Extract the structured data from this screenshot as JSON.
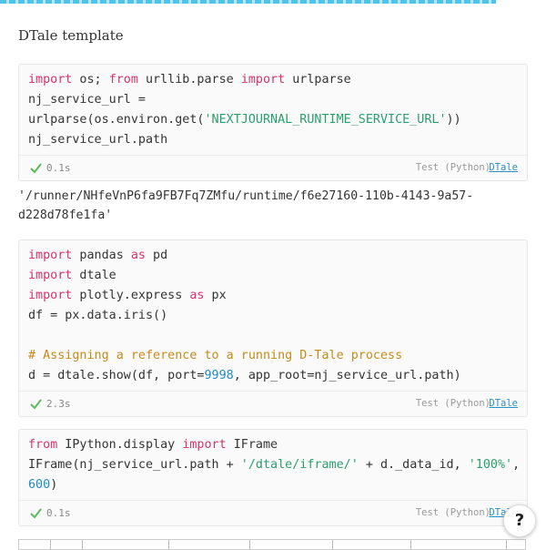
{
  "page_title": "DTale template",
  "cells": [
    {
      "code_lines": [
        [
          [
            "kw",
            "import"
          ],
          [
            "t",
            " os; "
          ],
          [
            "kw",
            "from"
          ],
          [
            "t",
            " urllib.parse "
          ],
          [
            "kw",
            "import"
          ],
          [
            "t",
            " urlparse"
          ]
        ],
        [
          [
            "t",
            "nj_service_url ="
          ]
        ],
        [
          [
            "t",
            "urlparse(os.environ.get("
          ],
          [
            "str",
            "'NEXTJOURNAL_RUNTIME_SERVICE_URL'"
          ],
          [
            "t",
            "))"
          ]
        ],
        [
          [
            "t",
            "nj_service_url.path"
          ]
        ]
      ],
      "timing": "0.1s",
      "runtime": "Test (Python)",
      "env_link": "DTale"
    },
    {
      "code_lines": [
        [
          [
            "kw",
            "import"
          ],
          [
            "t",
            " pandas "
          ],
          [
            "kw",
            "as"
          ],
          [
            "t",
            " pd"
          ]
        ],
        [
          [
            "kw",
            "import"
          ],
          [
            "t",
            " dtale"
          ]
        ],
        [
          [
            "kw",
            "import"
          ],
          [
            "t",
            " plotly.express "
          ],
          [
            "kw",
            "as"
          ],
          [
            "t",
            " px"
          ]
        ],
        [
          [
            "t",
            "df = px.data.iris()"
          ]
        ],
        [
          [
            "t",
            ""
          ]
        ],
        [
          [
            "cm",
            "# Assigning a reference to a running D-Tale process"
          ]
        ],
        [
          [
            "t",
            "d = dtale.show(df, port="
          ],
          [
            "num",
            "9998"
          ],
          [
            "t",
            ", app_root=nj_service_url.path)"
          ]
        ]
      ],
      "timing": "2.3s",
      "runtime": "Test (Python)",
      "env_link": "DTale"
    },
    {
      "code_lines": [
        [
          [
            "kw",
            "from"
          ],
          [
            "t",
            " IPython.display "
          ],
          [
            "kw",
            "import"
          ],
          [
            "t",
            " IFrame"
          ]
        ],
        [
          [
            "t",
            "IFrame(nj_service_url.path + "
          ],
          [
            "str",
            "'/dtale/iframe/'"
          ],
          [
            "t",
            " + d._data_id, "
          ],
          [
            "str",
            "'100%'"
          ],
          [
            "t",
            ","
          ]
        ],
        [
          [
            "num",
            "600"
          ],
          [
            "t",
            ")"
          ]
        ]
      ],
      "timing": "0.1s",
      "runtime": "Test (Python)",
      "env_link": "DTale"
    }
  ],
  "result_1": "'/runner/NHfeVnP6fa9FB7Fq7ZMfu/runtime/f6e27160-110b-4143-9a57-\nd228d78fe1fa'",
  "help_label": "?",
  "colors": {
    "keyword": "#d6336c",
    "string": "#2b9e6e",
    "number": "#1f8ac0",
    "comment": "#c78a1a",
    "check": "#5cb85c",
    "link": "#2b8ec5"
  },
  "icons": {
    "status": "check-icon",
    "help": "help-icon"
  }
}
